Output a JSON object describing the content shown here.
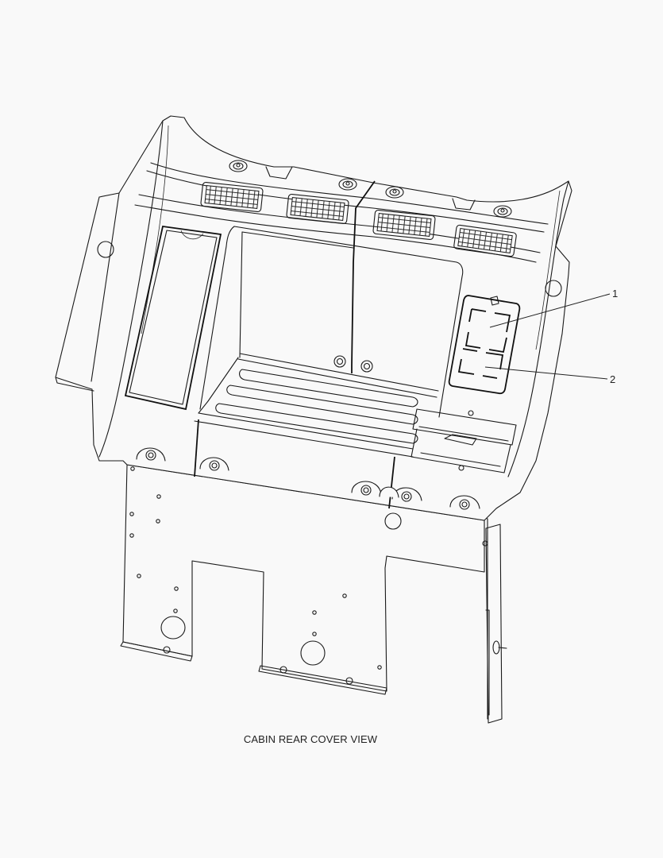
{
  "diagram": {
    "caption": "CABIN REAR COVER VIEW",
    "subject": "Cabin rear cover assembly (isometric line drawing)",
    "callouts": [
      {
        "id": "1",
        "label": "1",
        "target": "upper fuse/relay cover panel"
      },
      {
        "id": "2",
        "label": "2",
        "target": "lower fuse/relay cover panel"
      }
    ],
    "components": [
      "air-vent-grille x4",
      "mounting-grommet x4 (top)",
      "mounting-bracket x6 (bottom)",
      "left-storage-recess",
      "center-storage-compartment",
      "right-tray-slot",
      "lower-mounting-plate",
      "right-side-bracket"
    ]
  },
  "colors": {
    "background": "#f9f9f9",
    "line": "#1a1a1a",
    "text": "#222222"
  }
}
